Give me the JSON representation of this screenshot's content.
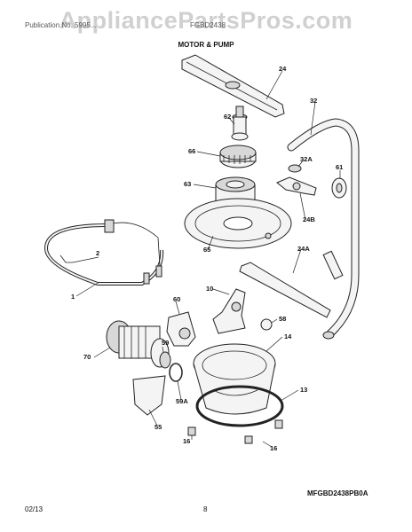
{
  "header": {
    "watermark": "AppliancePartsPros.com",
    "subheader_left": "Publication No. 5995...",
    "subheader_right": "FGBD2438"
  },
  "title": "MOTOR & PUMP",
  "figure_code": "MFGBD2438PB0A",
  "footer": {
    "date": "02/13",
    "page_number": "8"
  },
  "diagram": {
    "callouts": [
      "24",
      "62",
      "32",
      "66",
      "32A",
      "61",
      "63",
      "24B",
      "2",
      "65",
      "24A",
      "1",
      "60",
      "10",
      "58",
      "14",
      "70",
      "59",
      "59A",
      "13",
      "55",
      "16",
      "16"
    ]
  }
}
